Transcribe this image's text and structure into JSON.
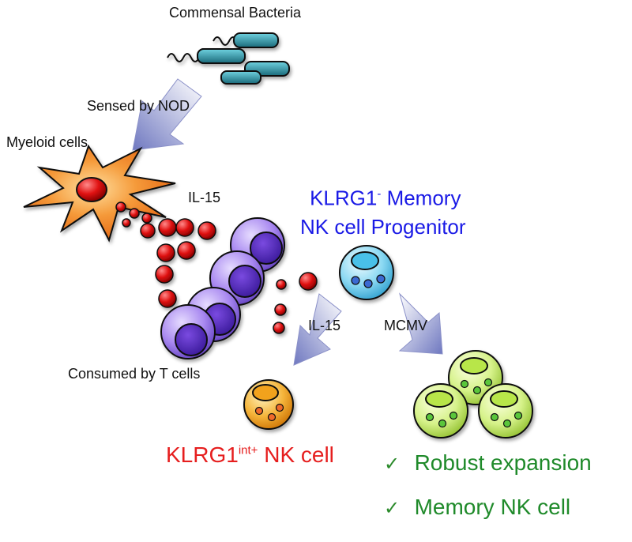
{
  "labels": {
    "commensal_bacteria": "Commensal Bacteria",
    "sensed_by_nod": "Sensed by NOD",
    "myeloid_cells": "Myeloid cells",
    "il15_top": "IL-15",
    "consumed_by_t_cells": "Consumed by T cells",
    "il15_arrow": "IL-15",
    "mcmv": "MCMV"
  },
  "progenitor": {
    "line1_prefix": "KLRG1",
    "line1_sup": "-",
    "line1_suffix": " Memory",
    "line2": "NK cell Progenitor"
  },
  "klrg1_int": {
    "prefix": "KLRG1",
    "sup": "int+",
    "suffix": " NK cell"
  },
  "outcomes": [
    {
      "check": "✓",
      "text": "Robust expansion"
    },
    {
      "check": "✓",
      "text": "Memory NK cell"
    }
  ],
  "colors": {
    "progenitor_text": "#1a1ae6",
    "klrg1_int_text": "#e61e1e",
    "outcome_text": "#1f8a2a",
    "checkmark": "#2a8a2a",
    "il15_dot": "#e01212",
    "t_cell": "#9a78e6",
    "myeloid": "#f07a1a",
    "progenitor_cell": "#7fd6f2",
    "klrg1_int_cell": "#f2a72a",
    "memory_cell": "#d6f28a",
    "bacteria": "#3aa0b0",
    "arrow": "#7f86c6"
  }
}
